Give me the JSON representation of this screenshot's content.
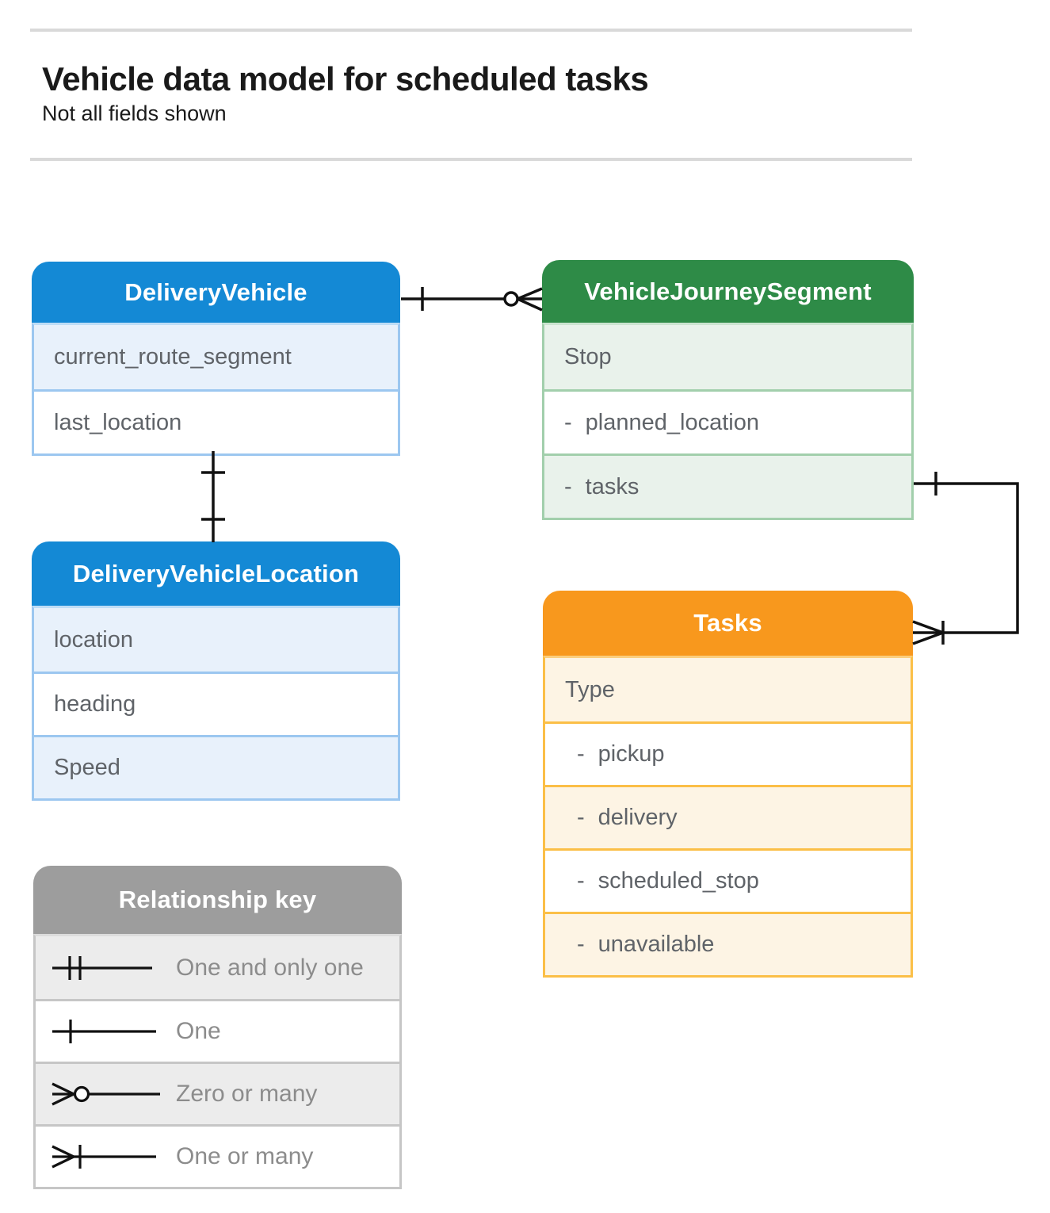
{
  "page": {
    "title": "Vehicle data model for scheduled tasks",
    "subtitle": "Not all fields shown"
  },
  "colors": {
    "blue_header": "#1489D5",
    "blue_row": "#E8F1FB",
    "green_header": "#2E8B47",
    "green_row": "#E9F2EB",
    "orange_header": "#F8981D",
    "orange_row": "#FDF4E4",
    "gray_header": "#9D9D9D",
    "gray_row": "#ECECEC",
    "connector_line": "#111111"
  },
  "entities": {
    "delivery_vehicle": {
      "title": "DeliveryVehicle",
      "fields": [
        {
          "label": "current_route_segment"
        },
        {
          "label": "last_location"
        }
      ]
    },
    "vehicle_journey_segment": {
      "title": "VehicleJourneySegment",
      "fields": [
        {
          "label": "Stop"
        },
        {
          "prefix": "-",
          "label": "planned_location"
        },
        {
          "prefix": "-",
          "label": "tasks"
        }
      ]
    },
    "delivery_vehicle_location": {
      "title": "DeliveryVehicleLocation",
      "fields": [
        {
          "label": "location"
        },
        {
          "label": "heading"
        },
        {
          "label": "Speed"
        }
      ]
    },
    "tasks": {
      "title": "Tasks",
      "fields": [
        {
          "label": "Type"
        },
        {
          "prefix": "-",
          "label": "pickup"
        },
        {
          "prefix": "-",
          "label": "delivery"
        },
        {
          "prefix": "-",
          "label": "scheduled_stop"
        },
        {
          "prefix": "-",
          "label": "unavailable"
        }
      ]
    }
  },
  "legend": {
    "title": "Relationship key",
    "items": [
      {
        "symbol": "one-and-only-one",
        "label": "One and only one"
      },
      {
        "symbol": "one",
        "label": "One"
      },
      {
        "symbol": "zero-or-many",
        "label": "Zero or many"
      },
      {
        "symbol": "one-or-many",
        "label": "One or many"
      }
    ]
  },
  "relationships": [
    {
      "from": "DeliveryVehicle",
      "to": "VehicleJourneySegment",
      "from_cardinality": "one",
      "to_cardinality": "zero-or-many"
    },
    {
      "from": "DeliveryVehicle",
      "to": "DeliveryVehicleLocation",
      "from_cardinality": "one",
      "to_cardinality": "one"
    },
    {
      "from": "VehicleJourneySegment.tasks",
      "to": "Tasks",
      "from_cardinality": "one",
      "to_cardinality": "one-or-many"
    }
  ]
}
